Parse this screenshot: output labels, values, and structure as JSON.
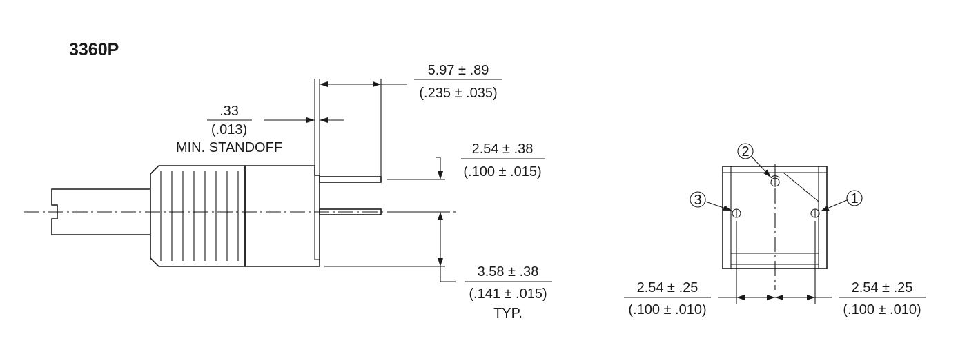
{
  "title": "3360P",
  "dimensions": {
    "pin_length": {
      "mm": "5.97 ± .89",
      "inch": "(.235 ± .035)"
    },
    "standoff": {
      "mm": ".33",
      "inch": "(.013)",
      "note": "MIN. STANDOFF"
    },
    "pin_offset": {
      "mm": "2.54 ± .38",
      "inch": "(.100 ± .015)"
    },
    "pin_spacing_vertical": {
      "mm": "3.58 ± .38",
      "inch": "(.141 ± .015)",
      "note": "TYP."
    },
    "pin_spacing_left": {
      "mm": "2.54 ± .25",
      "inch": "(.100 ± .010)"
    },
    "pin_spacing_right": {
      "mm": "2.54 ± .25",
      "inch": "(.100 ± .010)"
    }
  },
  "pins": {
    "p1": "1",
    "p2": "2",
    "p3": "3"
  }
}
